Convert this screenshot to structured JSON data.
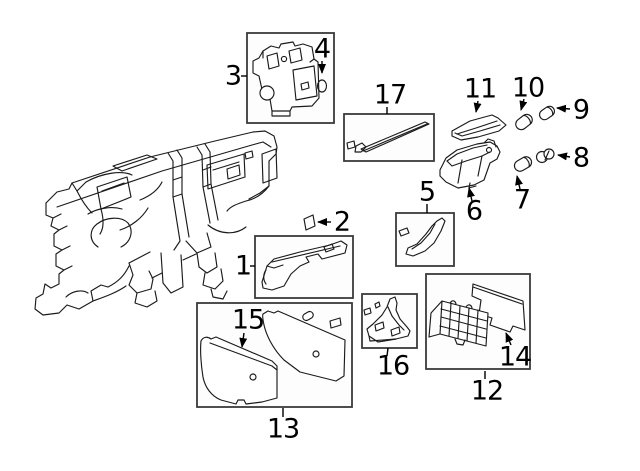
{
  "page": {
    "background": "#ffffff"
  },
  "artwork": {
    "line_color": "#1b1b1b",
    "box_border_color": "#3a3a3a",
    "label_color": "#000000"
  },
  "diagram": {
    "callouts": [
      {
        "label": "1"
      },
      {
        "label": "2"
      },
      {
        "label": "3"
      },
      {
        "label": "4"
      },
      {
        "label": "5"
      },
      {
        "label": "6"
      },
      {
        "label": "7"
      },
      {
        "label": "8"
      },
      {
        "label": "9"
      },
      {
        "label": "10"
      },
      {
        "label": "11"
      },
      {
        "label": "12"
      },
      {
        "label": "13"
      },
      {
        "label": "14"
      },
      {
        "label": "15"
      },
      {
        "label": "16"
      },
      {
        "label": "17"
      }
    ]
  }
}
